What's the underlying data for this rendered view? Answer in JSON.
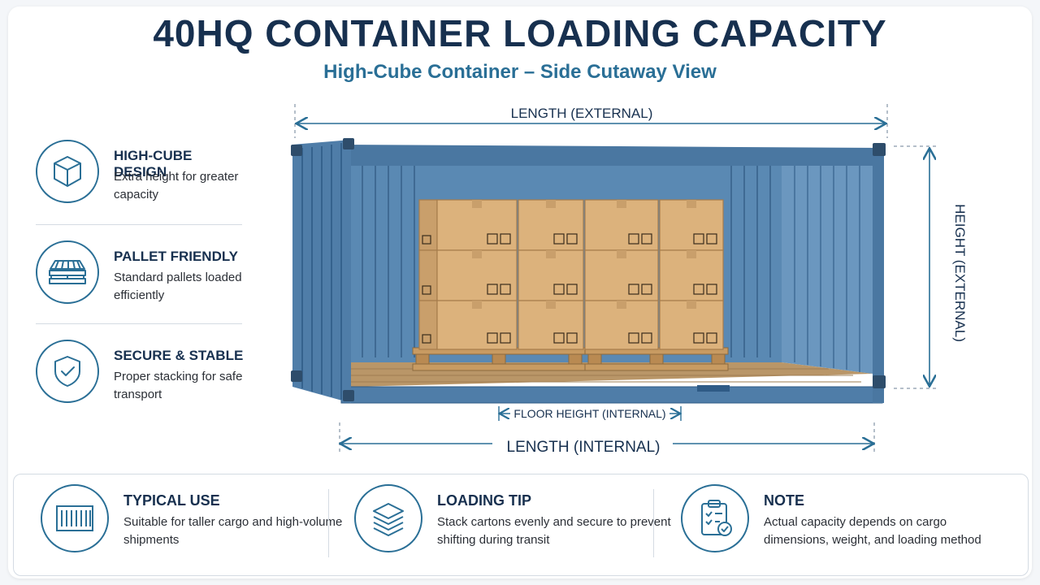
{
  "header": {
    "title": "40HQ CONTAINER LOADING CAPACITY",
    "subtitle": "High-Cube Container – Side Cutaway View"
  },
  "features": [
    {
      "icon": "cube-icon",
      "title": "HIGH-CUBE DESIGN",
      "desc": "Extra height for greater capacity"
    },
    {
      "icon": "pallet-icon",
      "title": "PALLET FRIENDLY",
      "desc": "Standard pallets loaded efficiently"
    },
    {
      "icon": "shield-check-icon",
      "title": "SECURE & STABLE",
      "desc": "Proper stacking for safe transport"
    }
  ],
  "dimensions": {
    "length_external": "LENGTH (EXTERNAL)",
    "height_external": "HEIGHT (EXTERNAL)",
    "floor_height_internal": "FLOOR HEIGHT (INTERNAL)",
    "length_internal": "LENGTH (INTERNAL)"
  },
  "info_cards": [
    {
      "icon": "container-icon",
      "title": "TYPICAL USE",
      "desc": "Suitable for taller cargo and high-volume shipments"
    },
    {
      "icon": "layers-icon",
      "title": "LOADING TIP",
      "desc": "Stack cartons evenly and secure to prevent shifting during transit"
    },
    {
      "icon": "clipboard-check-icon",
      "title": "NOTE",
      "desc": "Actual capacity depends on cargo dimensions, weight, and loading method"
    }
  ],
  "colors": {
    "accent": "#2a6f96",
    "heading": "#17304f",
    "container": "#4f7da8",
    "carton": "#d9b07a"
  }
}
